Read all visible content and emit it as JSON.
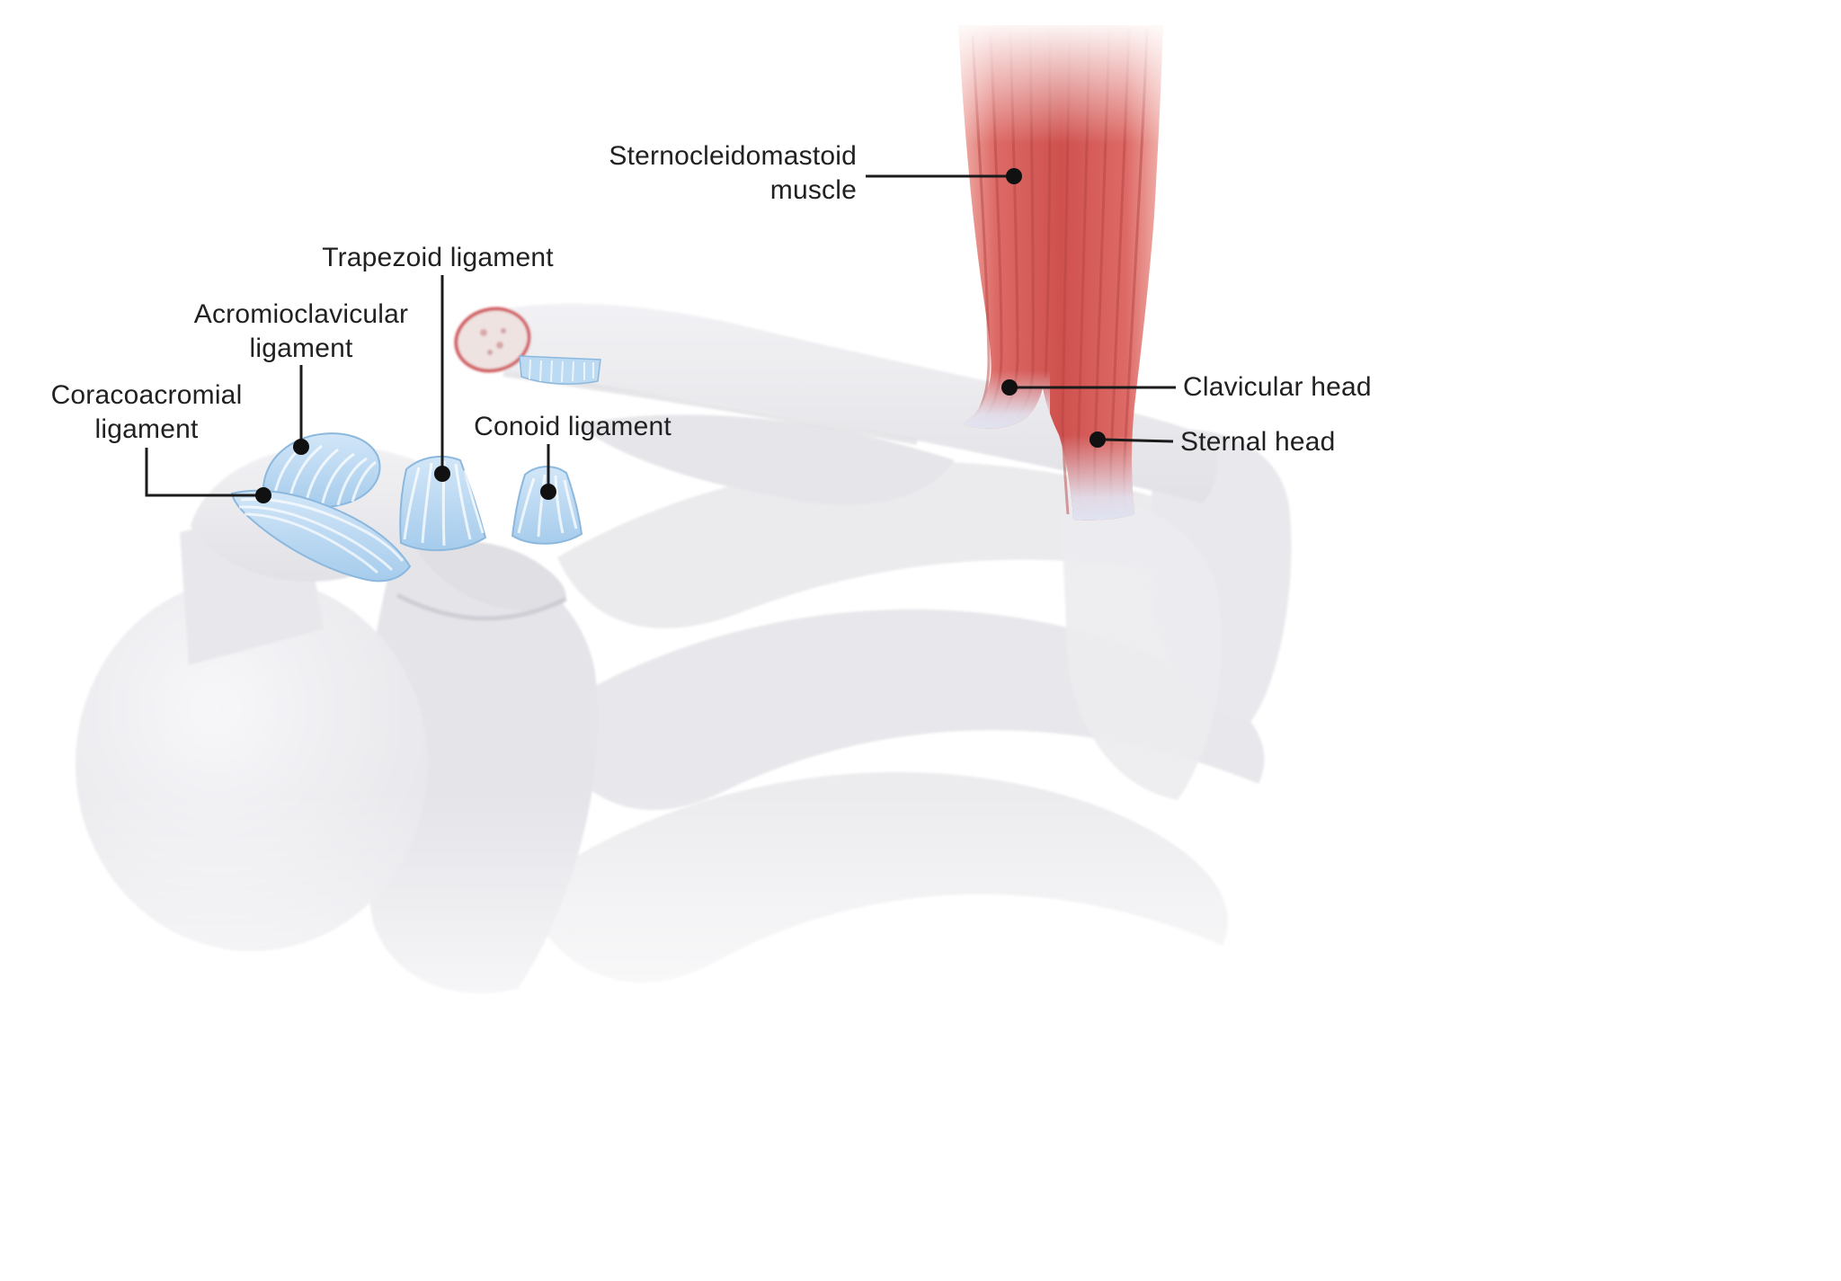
{
  "figure": {
    "colors": {
      "background": "#ffffff",
      "bone": "#e9e9ed",
      "bone_shadow": "#c9c9d1",
      "muscle_red": "#cf514e",
      "muscle_edge": "#f2b4ae",
      "muscle_fiber": "#b64644",
      "tendon": "#e3e8f5",
      "ligament_blue": "#b9d8f1",
      "ligament_outline": "#8cb8de",
      "label_text": "#212121",
      "leader_line": "#1b1b1b"
    },
    "labels": {
      "sternocleidomastoid": {
        "text": "Sternocleidomastoid\nmuscle"
      },
      "trapezoid": {
        "text": "Trapezoid ligament"
      },
      "acromioclavicular": {
        "text": "Acromioclavicular\nligament"
      },
      "coracoacromial": {
        "text": "Coracoacromial\nligament"
      },
      "conoid": {
        "text": "Conoid ligament"
      },
      "clavicular_head": {
        "text": "Clavicular head"
      },
      "sternal_head": {
        "text": "Sternal head"
      }
    }
  }
}
